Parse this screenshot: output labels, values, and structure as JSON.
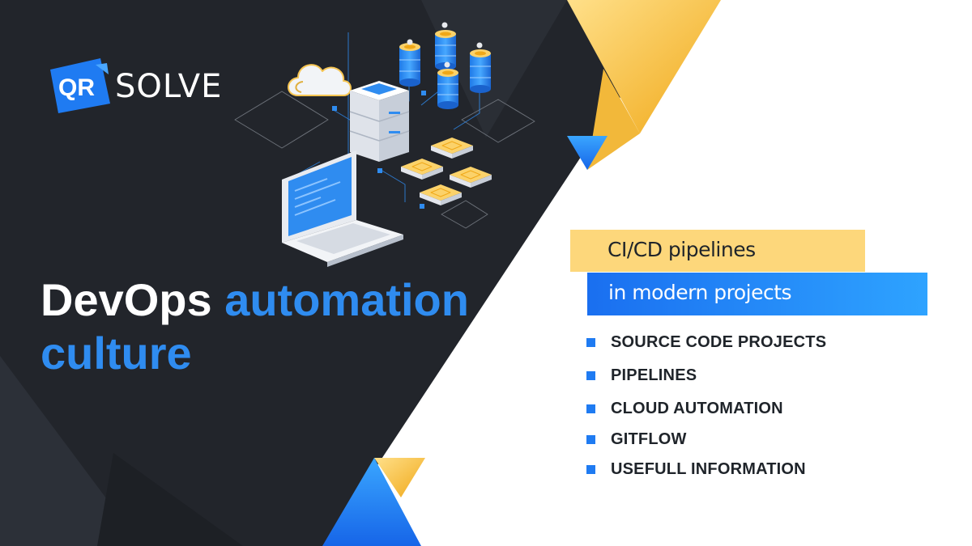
{
  "brand": {
    "logo_mark_text": "QR",
    "logo_word": "SOLVE"
  },
  "headline": {
    "word1": "DevOps",
    "word2": "automation",
    "word3": "culture"
  },
  "tags": {
    "primary": "CI/CD pipelines",
    "secondary": "in modern projects"
  },
  "topics": [
    "SOURCE CODE PROJECTS",
    "PIPELINES",
    "CLOUD AUTOMATION",
    "GITFLOW",
    "USEFULL INFORMATION"
  ],
  "colors": {
    "dark_background": "#22252b",
    "accent_blue": "#2f8cf0",
    "accent_yellow": "#fdd77b",
    "gold": "#f4b835"
  },
  "icons": [
    "cloud-icon",
    "server-icon",
    "database-icon",
    "laptop-icon",
    "chip-icon"
  ]
}
